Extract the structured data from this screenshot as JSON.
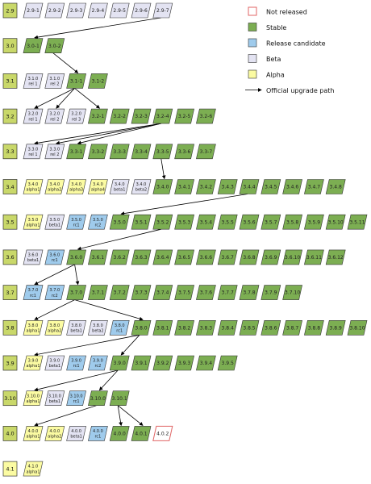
{
  "legend": [
    {
      "status": "not_released",
      "label": "Not released"
    },
    {
      "status": "stable",
      "label": "Stable"
    },
    {
      "status": "rc",
      "label": "Release candidate"
    },
    {
      "status": "beta",
      "label": "Beta"
    },
    {
      "status": "alpha",
      "label": "Alpha"
    },
    {
      "status": "path",
      "label": "Official upgrade path"
    }
  ],
  "colors": {
    "stable": "#7cae52",
    "rc": "#9fcbec",
    "beta": "#e3e3f2",
    "alpha": "#fbfba2",
    "not_released": "#ffffff",
    "not_released_border": "#e06666",
    "row_label": "#c9d86a",
    "row_label_alpha": "#fbfba2",
    "outline": "#333333"
  },
  "rows": [
    {
      "label": "2.9",
      "releases": [
        {
          "v": "2.9-1",
          "s": "beta"
        },
        {
          "v": "2.9-2",
          "s": "beta"
        },
        {
          "v": "2.9-3",
          "s": "beta"
        },
        {
          "v": "2.9-4",
          "s": "beta"
        },
        {
          "v": "2.9-5",
          "s": "beta"
        },
        {
          "v": "2.9-6",
          "s": "beta"
        },
        {
          "v": "2.9-7",
          "s": "beta"
        }
      ]
    },
    {
      "label": "3.0",
      "releases": [
        {
          "v": "3.0-1",
          "s": "stable"
        },
        {
          "v": "3.0-2",
          "s": "stable"
        }
      ]
    },
    {
      "label": "3.1",
      "releases": [
        {
          "v": "3.1.0",
          "sub": "rel 1",
          "s": "beta"
        },
        {
          "v": "3.1.0",
          "sub": "rel 2",
          "s": "beta"
        },
        {
          "v": "3.1-1",
          "s": "stable"
        },
        {
          "v": "3.1-2",
          "s": "stable"
        }
      ]
    },
    {
      "label": "3.2",
      "releases": [
        {
          "v": "3.2.0",
          "sub": "rel 1",
          "s": "beta"
        },
        {
          "v": "3.2.0",
          "sub": "rel 2",
          "s": "beta"
        },
        {
          "v": "3.2.0",
          "sub": "rel 3",
          "s": "beta"
        },
        {
          "v": "3.2-1",
          "s": "stable"
        },
        {
          "v": "3.2-2",
          "s": "stable"
        },
        {
          "v": "3.2-3",
          "s": "stable"
        },
        {
          "v": "3.2-4",
          "s": "stable"
        },
        {
          "v": "3.2-5",
          "s": "stable"
        },
        {
          "v": "3.2-6",
          "s": "stable"
        }
      ]
    },
    {
      "label": "3.3",
      "releases": [
        {
          "v": "3.3.0",
          "sub": "rel 1",
          "s": "beta"
        },
        {
          "v": "3.3.0",
          "sub": "rel 2",
          "s": "beta"
        },
        {
          "v": "3.3-1",
          "s": "stable"
        },
        {
          "v": "3.3-2",
          "s": "stable"
        },
        {
          "v": "3.3-3",
          "s": "stable"
        },
        {
          "v": "3.3-4",
          "s": "stable"
        },
        {
          "v": "3.3-5",
          "s": "stable"
        },
        {
          "v": "3.3-6",
          "s": "stable"
        },
        {
          "v": "3.3-7",
          "s": "stable"
        }
      ]
    },
    {
      "label": "3.4",
      "releases": [
        {
          "v": "3.4.0",
          "sub": "alpha1",
          "s": "alpha"
        },
        {
          "v": "3.4.0",
          "sub": "alpha2",
          "s": "alpha"
        },
        {
          "v": "3.4.0",
          "sub": "alpha3",
          "s": "alpha"
        },
        {
          "v": "3.4.0",
          "sub": "alpha4",
          "s": "alpha"
        },
        {
          "v": "3.4.0",
          "sub": "beta1",
          "s": "beta"
        },
        {
          "v": "3.4.0",
          "sub": "beta2",
          "s": "beta"
        },
        {
          "v": "3.4.0",
          "s": "stable"
        },
        {
          "v": "3.4.1",
          "s": "stable"
        },
        {
          "v": "3.4.2",
          "s": "stable"
        },
        {
          "v": "3.4.3",
          "s": "stable"
        },
        {
          "v": "3.4.4",
          "s": "stable"
        },
        {
          "v": "3.4.5",
          "s": "stable"
        },
        {
          "v": "3.4.6",
          "s": "stable"
        },
        {
          "v": "3.4.7",
          "s": "stable"
        },
        {
          "v": "3.4.8",
          "s": "stable"
        }
      ]
    },
    {
      "label": "3.5",
      "releases": [
        {
          "v": "3.5.0",
          "sub": "alpha1",
          "s": "alpha"
        },
        {
          "v": "3.5.0",
          "sub": "beta1",
          "s": "beta"
        },
        {
          "v": "3.5.0",
          "sub": "rc1",
          "s": "rc"
        },
        {
          "v": "3.5.0",
          "sub": "rc2",
          "s": "rc"
        },
        {
          "v": "3.5.0",
          "s": "stable"
        },
        {
          "v": "3.5.1",
          "s": "stable"
        },
        {
          "v": "3.5.2",
          "s": "stable"
        },
        {
          "v": "3.5.3",
          "s": "stable"
        },
        {
          "v": "3.5.4",
          "s": "stable"
        },
        {
          "v": "3.5.5",
          "s": "stable"
        },
        {
          "v": "3.5.6",
          "s": "stable"
        },
        {
          "v": "3.5.7",
          "s": "stable"
        },
        {
          "v": "3.5.8",
          "s": "stable"
        },
        {
          "v": "3.5.9",
          "s": "stable"
        },
        {
          "v": "3.5.10",
          "s": "stable"
        },
        {
          "v": "3.5.11",
          "s": "stable"
        }
      ]
    },
    {
      "label": "3.6",
      "releases": [
        {
          "v": "3.6.0",
          "sub": "beta1",
          "s": "beta"
        },
        {
          "v": "3.6.0",
          "sub": "rc1",
          "s": "rc"
        },
        {
          "v": "3.6.0",
          "s": "stable"
        },
        {
          "v": "3.6.1",
          "s": "stable"
        },
        {
          "v": "3.6.2",
          "s": "stable"
        },
        {
          "v": "3.6.3",
          "s": "stable"
        },
        {
          "v": "3.6.4",
          "s": "stable"
        },
        {
          "v": "3.6.5",
          "s": "stable"
        },
        {
          "v": "3.6.6",
          "s": "stable"
        },
        {
          "v": "3.6.7",
          "s": "stable"
        },
        {
          "v": "3.6.8",
          "s": "stable"
        },
        {
          "v": "3.6.9",
          "s": "stable"
        },
        {
          "v": "3.6.10",
          "s": "stable"
        },
        {
          "v": "3.6.11",
          "s": "stable"
        },
        {
          "v": "3.6.12",
          "s": "stable"
        }
      ]
    },
    {
      "label": "3.7",
      "releases": [
        {
          "v": "3.7.0",
          "sub": "rc1",
          "s": "rc"
        },
        {
          "v": "3.7.0",
          "sub": "rc2",
          "s": "rc"
        },
        {
          "v": "3.7.0",
          "s": "stable"
        },
        {
          "v": "3.7.1",
          "s": "stable"
        },
        {
          "v": "3.7.2",
          "s": "stable"
        },
        {
          "v": "3.7.3",
          "s": "stable"
        },
        {
          "v": "3.7.4",
          "s": "stable"
        },
        {
          "v": "3.7.5",
          "s": "stable"
        },
        {
          "v": "3.7.6",
          "s": "stable"
        },
        {
          "v": "3.7.7",
          "s": "stable"
        },
        {
          "v": "3.7.8",
          "s": "stable"
        },
        {
          "v": "3.7.9",
          "s": "stable"
        },
        {
          "v": "3.7.10",
          "s": "stable"
        }
      ]
    },
    {
      "label": "3.8",
      "releases": [
        {
          "v": "3.8.0",
          "sub": "alpha1",
          "s": "alpha"
        },
        {
          "v": "3.8.0",
          "sub": "alpha2",
          "s": "alpha"
        },
        {
          "v": "3.8.0",
          "sub": "beta1",
          "s": "beta"
        },
        {
          "v": "3.8.0",
          "sub": "beta2",
          "s": "beta"
        },
        {
          "v": "3.8.0",
          "sub": "rc1",
          "s": "rc"
        },
        {
          "v": "3.8.0",
          "s": "stable"
        },
        {
          "v": "3.8.1",
          "s": "stable"
        },
        {
          "v": "3.8.2",
          "s": "stable"
        },
        {
          "v": "3.8.3",
          "s": "stable"
        },
        {
          "v": "3.8.4",
          "s": "stable"
        },
        {
          "v": "3.8.5",
          "s": "stable"
        },
        {
          "v": "3.8.6",
          "s": "stable"
        },
        {
          "v": "3.8.7",
          "s": "stable"
        },
        {
          "v": "3.8.8",
          "s": "stable"
        },
        {
          "v": "3.8.9",
          "s": "stable"
        },
        {
          "v": "3.8.10",
          "s": "stable"
        }
      ]
    },
    {
      "label": "3.9",
      "releases": [
        {
          "v": "3.9.0",
          "sub": "alpha1",
          "s": "alpha"
        },
        {
          "v": "3.9.0",
          "sub": "beta1",
          "s": "beta"
        },
        {
          "v": "3.9.0",
          "sub": "rc1",
          "s": "rc"
        },
        {
          "v": "3.9.0",
          "sub": "rc2",
          "s": "rc"
        },
        {
          "v": "3.9.0",
          "s": "stable"
        },
        {
          "v": "3.9.1",
          "s": "stable"
        },
        {
          "v": "3.9.2",
          "s": "stable"
        },
        {
          "v": "3.9.3",
          "s": "stable"
        },
        {
          "v": "3.9.4",
          "s": "stable"
        },
        {
          "v": "3.9.5",
          "s": "stable"
        }
      ]
    },
    {
      "label": "3.10",
      "releases": [
        {
          "v": "3.10.0",
          "sub": "alpha1",
          "s": "alpha"
        },
        {
          "v": "3.10.0",
          "sub": "beta1",
          "s": "beta"
        },
        {
          "v": "3.10.0",
          "sub": "rc1",
          "s": "rc"
        },
        {
          "v": "3.10.0",
          "s": "stable"
        },
        {
          "v": "3.10.1",
          "s": "stable"
        }
      ]
    },
    {
      "label": "4.0",
      "releases": [
        {
          "v": "4.0.0",
          "sub": "alpha1",
          "s": "alpha"
        },
        {
          "v": "4.0.0",
          "sub": "alpha2",
          "s": "alpha"
        },
        {
          "v": "4.0.0",
          "sub": "beta1",
          "s": "beta"
        },
        {
          "v": "4.0.0",
          "sub": "rc1",
          "s": "rc"
        },
        {
          "v": "4.0.0",
          "s": "stable"
        },
        {
          "v": "4.0.1",
          "s": "stable"
        },
        {
          "v": "4.0.2",
          "s": "not_released"
        }
      ]
    },
    {
      "label": "4.1",
      "label_status": "alpha",
      "releases": [
        {
          "v": "4.1.0",
          "sub": "alpha1",
          "s": "alpha"
        }
      ]
    }
  ],
  "upgrade_paths": [
    {
      "from": [
        0,
        6
      ],
      "to": [
        1,
        0
      ]
    },
    {
      "from": [
        1,
        1
      ],
      "to": [
        2,
        2
      ]
    },
    {
      "from": [
        2,
        2
      ],
      "to": [
        3,
        0
      ]
    },
    {
      "from": [
        2,
        2
      ],
      "to": [
        3,
        1
      ]
    },
    {
      "from": [
        2,
        2
      ],
      "to": [
        3,
        3
      ]
    },
    {
      "from": [
        3,
        6
      ],
      "to": [
        4,
        0
      ]
    },
    {
      "from": [
        3,
        6
      ],
      "to": [
        4,
        1
      ]
    },
    {
      "from": [
        3,
        6
      ],
      "to": [
        4,
        2
      ]
    },
    {
      "from": [
        4,
        6
      ],
      "to": [
        5,
        6
      ]
    },
    {
      "from": [
        5,
        10
      ],
      "to": [
        6,
        4
      ]
    },
    {
      "from": [
        6,
        6
      ],
      "to": [
        7,
        2
      ]
    },
    {
      "from": [
        7,
        2
      ],
      "to": [
        8,
        0
      ]
    },
    {
      "from": [
        7,
        2
      ],
      "to": [
        8,
        2
      ]
    },
    {
      "from": [
        8,
        2
      ],
      "to": [
        9,
        0
      ]
    },
    {
      "from": [
        8,
        2
      ],
      "to": [
        9,
        5
      ]
    },
    {
      "from": [
        9,
        5
      ],
      "to": [
        10,
        0
      ]
    },
    {
      "from": [
        9,
        5
      ],
      "to": [
        10,
        4
      ]
    },
    {
      "from": [
        10,
        4
      ],
      "to": [
        11,
        0
      ]
    },
    {
      "from": [
        10,
        4
      ],
      "to": [
        11,
        3
      ]
    },
    {
      "from": [
        11,
        3
      ],
      "to": [
        12,
        0
      ]
    },
    {
      "from": [
        11,
        4
      ],
      "to": [
        12,
        4
      ]
    },
    {
      "from": [
        11,
        4
      ],
      "to": [
        12,
        5
      ]
    }
  ]
}
